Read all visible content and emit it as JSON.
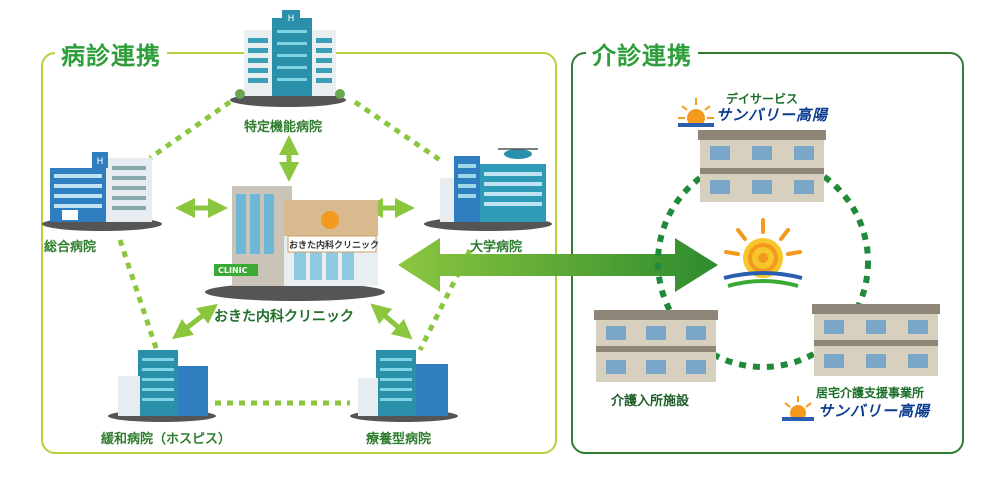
{
  "sections": {
    "left_title": "病診連携",
    "right_title": "介診連携"
  },
  "nodes": {
    "tokutei": "特定機能病院",
    "sogo": "総合病院",
    "daigaku": "大学病院",
    "clinic": "おきた内科クリニック",
    "kanwa": "緩和病院（ホスピス）",
    "ryoyo": "療養型病院"
  },
  "clinic_sign": "おきた内科クリニック",
  "clinic_badge": "CLINIC",
  "care": {
    "day_service_label": "デイサービス",
    "day_service_brand": "サンバリー高陽",
    "nursing_home": "介護入所施設",
    "home_care_label": "居宅介護支援事業所",
    "home_care_brand": "サンバリー高陽"
  },
  "colors": {
    "light_green": "#8cc63f",
    "dark_green": "#2e7d32",
    "arrow_green": "#3aa935",
    "building_teal": "#2a8fa8"
  },
  "icons": {
    "hospital": "hospital-building-icon",
    "clinic": "clinic-building-icon",
    "sun": "sun-logo-icon",
    "facility": "care-facility-building-icon"
  }
}
